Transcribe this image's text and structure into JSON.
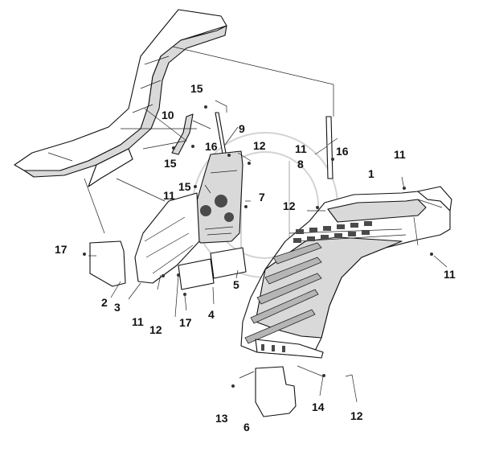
{
  "diagram": {
    "callouts": [
      {
        "id": "c1",
        "text": "1"
      },
      {
        "id": "c2",
        "text": "2"
      },
      {
        "id": "c3",
        "text": "3"
      },
      {
        "id": "c4",
        "text": "4"
      },
      {
        "id": "c5",
        "text": "5"
      },
      {
        "id": "c6",
        "text": "6"
      },
      {
        "id": "c7",
        "text": "7"
      },
      {
        "id": "c8",
        "text": "8"
      },
      {
        "id": "c9",
        "text": "9"
      },
      {
        "id": "c10",
        "text": "10"
      },
      {
        "id": "c11a",
        "text": "11"
      },
      {
        "id": "c11b",
        "text": "11"
      },
      {
        "id": "c11c",
        "text": "11"
      },
      {
        "id": "c11d",
        "text": "11"
      },
      {
        "id": "c11e",
        "text": "11"
      },
      {
        "id": "c12a",
        "text": "12"
      },
      {
        "id": "c12b",
        "text": "12"
      },
      {
        "id": "c12c",
        "text": "12"
      },
      {
        "id": "c12d",
        "text": "12"
      },
      {
        "id": "c13",
        "text": "13"
      },
      {
        "id": "c14",
        "text": "14"
      },
      {
        "id": "c15a",
        "text": "15"
      },
      {
        "id": "c15b",
        "text": "15"
      },
      {
        "id": "c15c",
        "text": "15"
      },
      {
        "id": "c16a",
        "text": "16"
      },
      {
        "id": "c16b",
        "text": "16"
      },
      {
        "id": "c17a",
        "text": "17"
      },
      {
        "id": "c17b",
        "text": "17"
      }
    ]
  }
}
